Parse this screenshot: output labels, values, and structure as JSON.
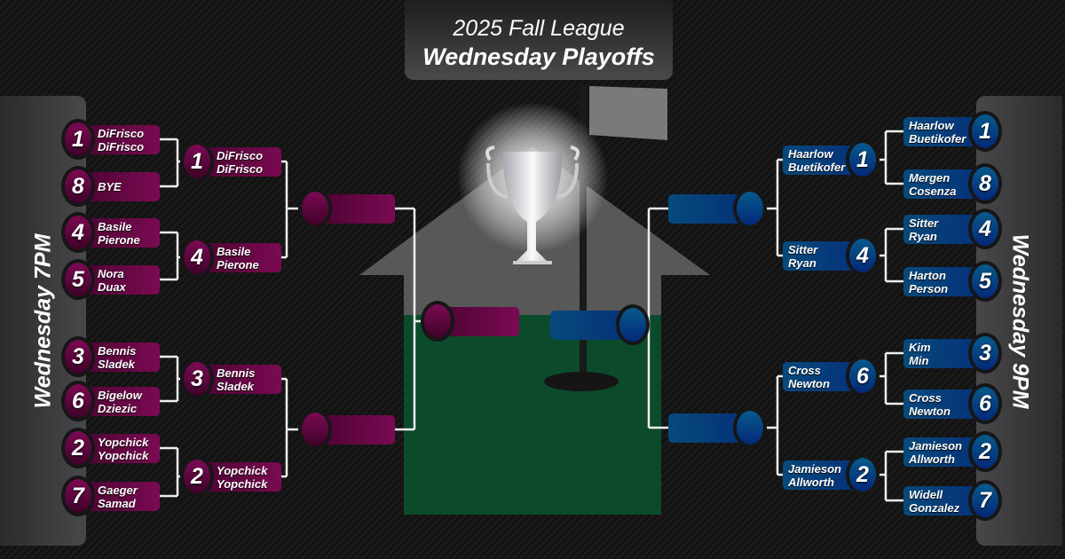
{
  "title": {
    "line1": "2025 Fall League",
    "line2": "Wednesday Playoffs"
  },
  "left": {
    "label": "Wednesday 7PM",
    "color": "#7a0a52",
    "rounds": [
      [
        {
          "seed": "1",
          "names": [
            "DiFrisco",
            "DiFrisco"
          ]
        },
        {
          "seed": "8",
          "names": [
            "BYE"
          ]
        },
        {
          "seed": "4",
          "names": [
            "Basile",
            "Pierone"
          ]
        },
        {
          "seed": "5",
          "names": [
            "Nora",
            "Duax"
          ]
        },
        {
          "seed": "3",
          "names": [
            "Bennis",
            "Sladek"
          ]
        },
        {
          "seed": "6",
          "names": [
            "Bigelow",
            "Dziezic"
          ]
        },
        {
          "seed": "2",
          "names": [
            "Yopchick",
            "Yopchick"
          ]
        },
        {
          "seed": "7",
          "names": [
            "Gaeger",
            "Samad"
          ]
        }
      ],
      [
        {
          "seed": "1",
          "names": [
            "DiFrisco",
            "DiFrisco"
          ]
        },
        {
          "seed": "4",
          "names": [
            "Basile",
            "Pierone"
          ]
        },
        {
          "seed": "3",
          "names": [
            "Bennis",
            "Sladek"
          ]
        },
        {
          "seed": "2",
          "names": [
            "Yopchick",
            "Yopchick"
          ]
        }
      ],
      [
        {
          "seed": "",
          "names": []
        },
        {
          "seed": "",
          "names": []
        }
      ],
      [
        {
          "seed": "",
          "names": []
        }
      ]
    ]
  },
  "right": {
    "label": "Wednesday 9PM",
    "color": "#052f78",
    "rounds": [
      [
        {
          "seed": "1",
          "names": [
            "Haarlow",
            "Buetikofer"
          ]
        },
        {
          "seed": "8",
          "names": [
            "Mergen",
            "Cosenza"
          ]
        },
        {
          "seed": "4",
          "names": [
            "Sitter",
            "Ryan"
          ]
        },
        {
          "seed": "5",
          "names": [
            "Harton",
            "Person"
          ]
        },
        {
          "seed": "3",
          "names": [
            "Kim",
            "Min"
          ]
        },
        {
          "seed": "6",
          "names": [
            "Cross",
            "Newton"
          ]
        },
        {
          "seed": "2",
          "names": [
            "Jamieson",
            "Allworth"
          ]
        },
        {
          "seed": "7",
          "names": [
            "Widell",
            "Gonzalez"
          ]
        }
      ],
      [
        {
          "seed": "1",
          "names": [
            "Haarlow",
            "Buetikofer"
          ]
        },
        {
          "seed": "4",
          "names": [
            "Sitter",
            "Ryan"
          ]
        },
        {
          "seed": "6",
          "names": [
            "Cross",
            "Newton"
          ]
        },
        {
          "seed": "2",
          "names": [
            "Jamieson",
            "Allworth"
          ]
        }
      ],
      [
        {
          "seed": "",
          "names": []
        },
        {
          "seed": "",
          "names": []
        }
      ],
      [
        {
          "seed": "",
          "names": []
        }
      ]
    ]
  }
}
